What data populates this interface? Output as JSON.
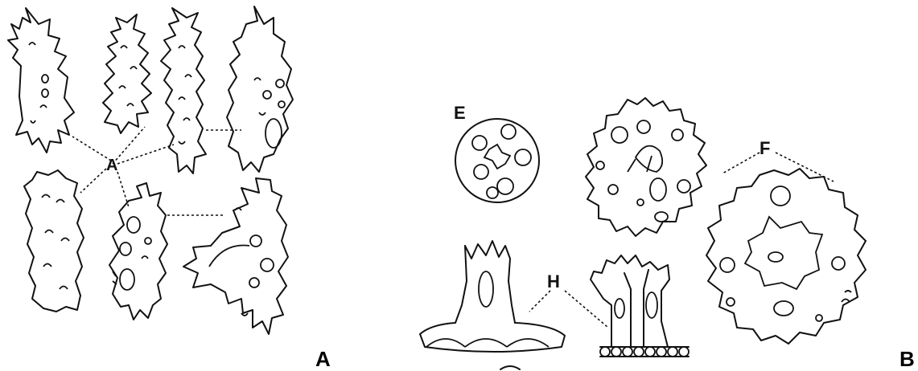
{
  "panels": [
    {
      "id": "left",
      "panel_label": "A",
      "callouts": [
        "A"
      ]
    },
    {
      "id": "right",
      "panel_label": "B",
      "callouts": [
        "E",
        "F",
        "H"
      ]
    }
  ],
  "colors": {
    "ink": "#111111",
    "background": "#ffffff"
  }
}
